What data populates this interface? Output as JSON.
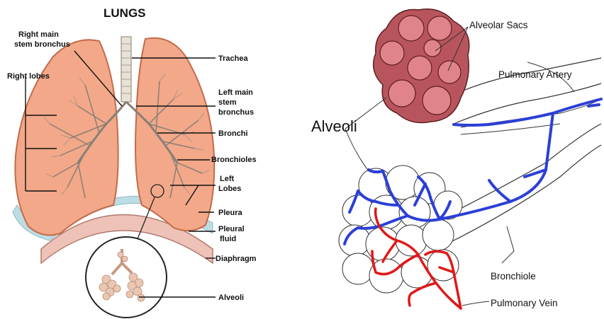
{
  "lungs": {
    "title": "LUNGS",
    "labels": {
      "right_main_1": "Right main",
      "right_main_2": "stem bronchus",
      "right_lobes": "Right lobes",
      "trachea": "Trachea",
      "left_main_1": "Left main",
      "left_main_2": "stem",
      "left_main_3": "bronchus",
      "bronchi": "Bronchi",
      "bronchioles": "Bronchioles",
      "left_lobes_1": "Left",
      "left_lobes_2": "Lobes",
      "pleura": "Pleura",
      "pleural_fluid_1": "Pleural",
      "pleural_fluid_2": "fluid",
      "diaphragm": "Diaphragm",
      "alveoli": "Alveoli"
    }
  },
  "alveoli_detail": {
    "labels": {
      "alveolar_sacs": "Alveolar Sacs",
      "pulmonary_artery": "Pulmonary Artery",
      "alveoli": "Alveoli",
      "bronchiole": "Bronchiole",
      "pulmonary_vein": "Pulmonary Vein"
    }
  },
  "colors": {
    "lung_fill": "#f2a889",
    "pleura": "#bcdde3",
    "diaphragm": "#eec2b6",
    "sac_fill": "#b8555c",
    "sac_inner": "#e0848a",
    "artery_blue": "#2b3fd6",
    "vein_red": "#e01818"
  }
}
